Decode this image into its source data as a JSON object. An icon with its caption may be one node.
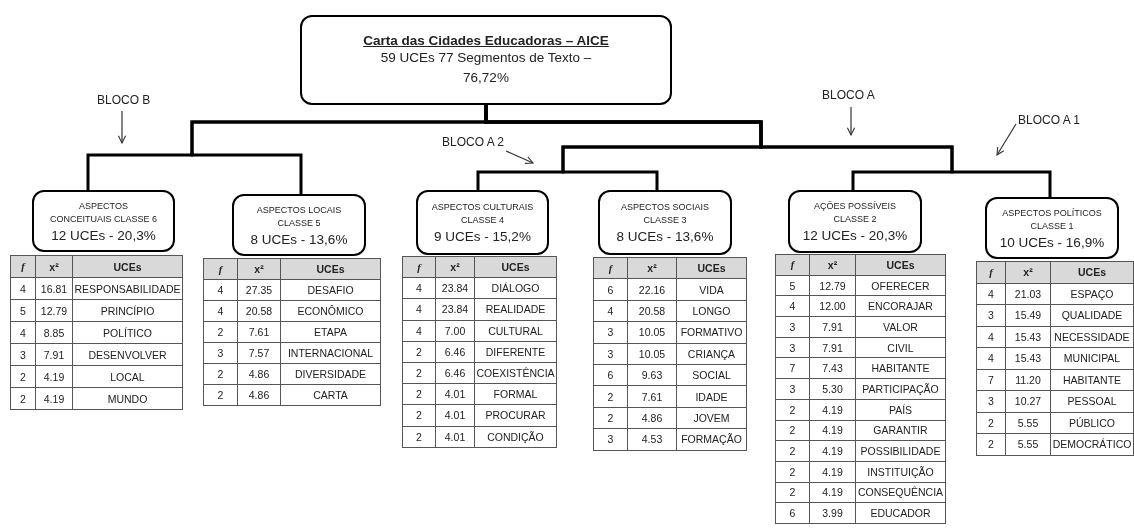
{
  "diagram": {
    "nodes": [
      {
        "text": [
          "Carta das Cidades Educadoras – AICE",
          "59 UCEs 77 Segmentos de Texto – 76,72%"
        ]
      },
      {
        "text": [
          "BLOCO B"
        ]
      },
      {
        "text": [
          "BLOCO A"
        ]
      },
      {
        "text": [
          "BLOCO A 2"
        ]
      },
      {
        "text": [
          "BLOCO A 1"
        ]
      },
      {
        "text": [
          "ASPECTOS CONCEITUAIS CLASSE 6",
          "12 UCEs - 20,3%"
        ]
      },
      {
        "text": [
          "ASPECTOS LOCAIS CLASSE 5",
          "8 UCEs - 13,6%"
        ]
      },
      {
        "text": [
          "ASPECTOS CULTURAIS CLASSE 4",
          "9 UCEs - 15,2%"
        ]
      },
      {
        "text": [
          "ASPECTOS SOCIAIS CLASSE 3",
          "8 UCEs - 13,6%"
        ]
      },
      {
        "text": [
          "AÇÕES POSSÍVEIS CLASSE 2",
          "12 UCEs - 20,3%"
        ]
      },
      {
        "text": [
          "ASPECTOS POLÍTICOS CLASSE 1",
          "10 UCEs - 16,9%"
        ]
      }
    ],
    "edges": [
      {
        "from": 0,
        "to": 5,
        "arrow": "none"
      },
      {
        "from": 0,
        "to": 6,
        "arrow": "none"
      },
      {
        "from": 0,
        "to": 7,
        "arrow": "none"
      },
      {
        "from": 0,
        "to": 8,
        "arrow": "none"
      },
      {
        "from": 0,
        "to": 9,
        "arrow": "none"
      },
      {
        "from": 0,
        "to": 10,
        "arrow": "none"
      },
      {
        "from": 1,
        "to": null,
        "arrow": "to"
      },
      {
        "from": 2,
        "to": null,
        "arrow": "to"
      },
      {
        "from": 3,
        "to": null,
        "arrow": "to"
      },
      {
        "from": 4,
        "to": null,
        "arrow": "to"
      }
    ],
    "labels": [
      "f",
      "x²",
      "UCEs",
      "4",
      "16.81",
      "RESPONSABILIDADE",
      "5",
      "12.79",
      "PRINCÍPIO",
      "4",
      "8.85",
      "POLÍTICO",
      "3",
      "7.91",
      "DESENVOLVER",
      "2",
      "4.19",
      "LOCAL",
      "2",
      "4.19",
      "MUNDO",
      "f",
      "x²",
      "UCEs",
      "4",
      "27.35",
      "DESAFIO",
      "4",
      "20.58",
      "ECONÔMICO",
      "2",
      "7.61",
      "ETAPA",
      "3",
      "7.57",
      "INTERNACIONAL",
      "2",
      "4.86",
      "DIVERSIDADE",
      "2",
      "4.86",
      "CARTA",
      "f",
      "x²",
      "UCEs",
      "4",
      "23.84",
      "DIÁLOGO",
      "4",
      "23.84",
      "REALIDADE",
      "4",
      "7.00",
      "CULTURAL",
      "2",
      "6.46",
      "DIFERENTE",
      "2",
      "6.46",
      "COEXISTÊNCIA",
      "2",
      "4.01",
      "FORMAL",
      "2",
      "4.01",
      "PROCURAR",
      "2",
      "4.01",
      "CONDIÇÃO",
      "f",
      "x²",
      "UCEs",
      "6",
      "22.16",
      "VIDA",
      "4",
      "20.58",
      "LONGO",
      "3",
      "10.05",
      "FORMATIVO",
      "3",
      "10.05",
      "CRIANÇA",
      "6",
      "9.63",
      "SOCIAL",
      "2",
      "7.61",
      "IDADE",
      "2",
      "4.86",
      "JOVEM",
      "3",
      "4.53",
      "FORMAÇÃO",
      "f",
      "x²",
      "UCEs",
      "5",
      "12.79",
      "OFERECER",
      "4",
      "12.00",
      "ENCORAJAR",
      "3",
      "7.91",
      "VALOR",
      "3",
      "7.91",
      "CIVIL",
      "7",
      "7.43",
      "HABITANTE",
      "3",
      "5.30",
      "PARTICIPAÇÃO",
      "2",
      "4.19",
      "PAÍS",
      "2",
      "4.19",
      "GARANTIR",
      "2",
      "4.19",
      "POSSIBILIDADE",
      "2",
      "4.19",
      "INSTITUIÇÃO",
      "2",
      "4.19",
      "CONSEQUÊNCIA",
      "6",
      "3.99",
      "EDUCADOR",
      "f",
      "x²",
      "UCEs",
      "4",
      "21.03",
      "ESPAÇO",
      "3",
      "15.49",
      "QUALIDADE",
      "4",
      "15.43",
      "NECESSIDADE",
      "4",
      "15.43",
      "MUNICIPAL",
      "7",
      "11.20",
      "HABITANTE",
      "3",
      "10.27",
      "PESSOAL",
      "2",
      "5.55",
      "PÚBLICO",
      "2",
      "5.55",
      "DEMOCRÁTICO"
    ]
  }
}
